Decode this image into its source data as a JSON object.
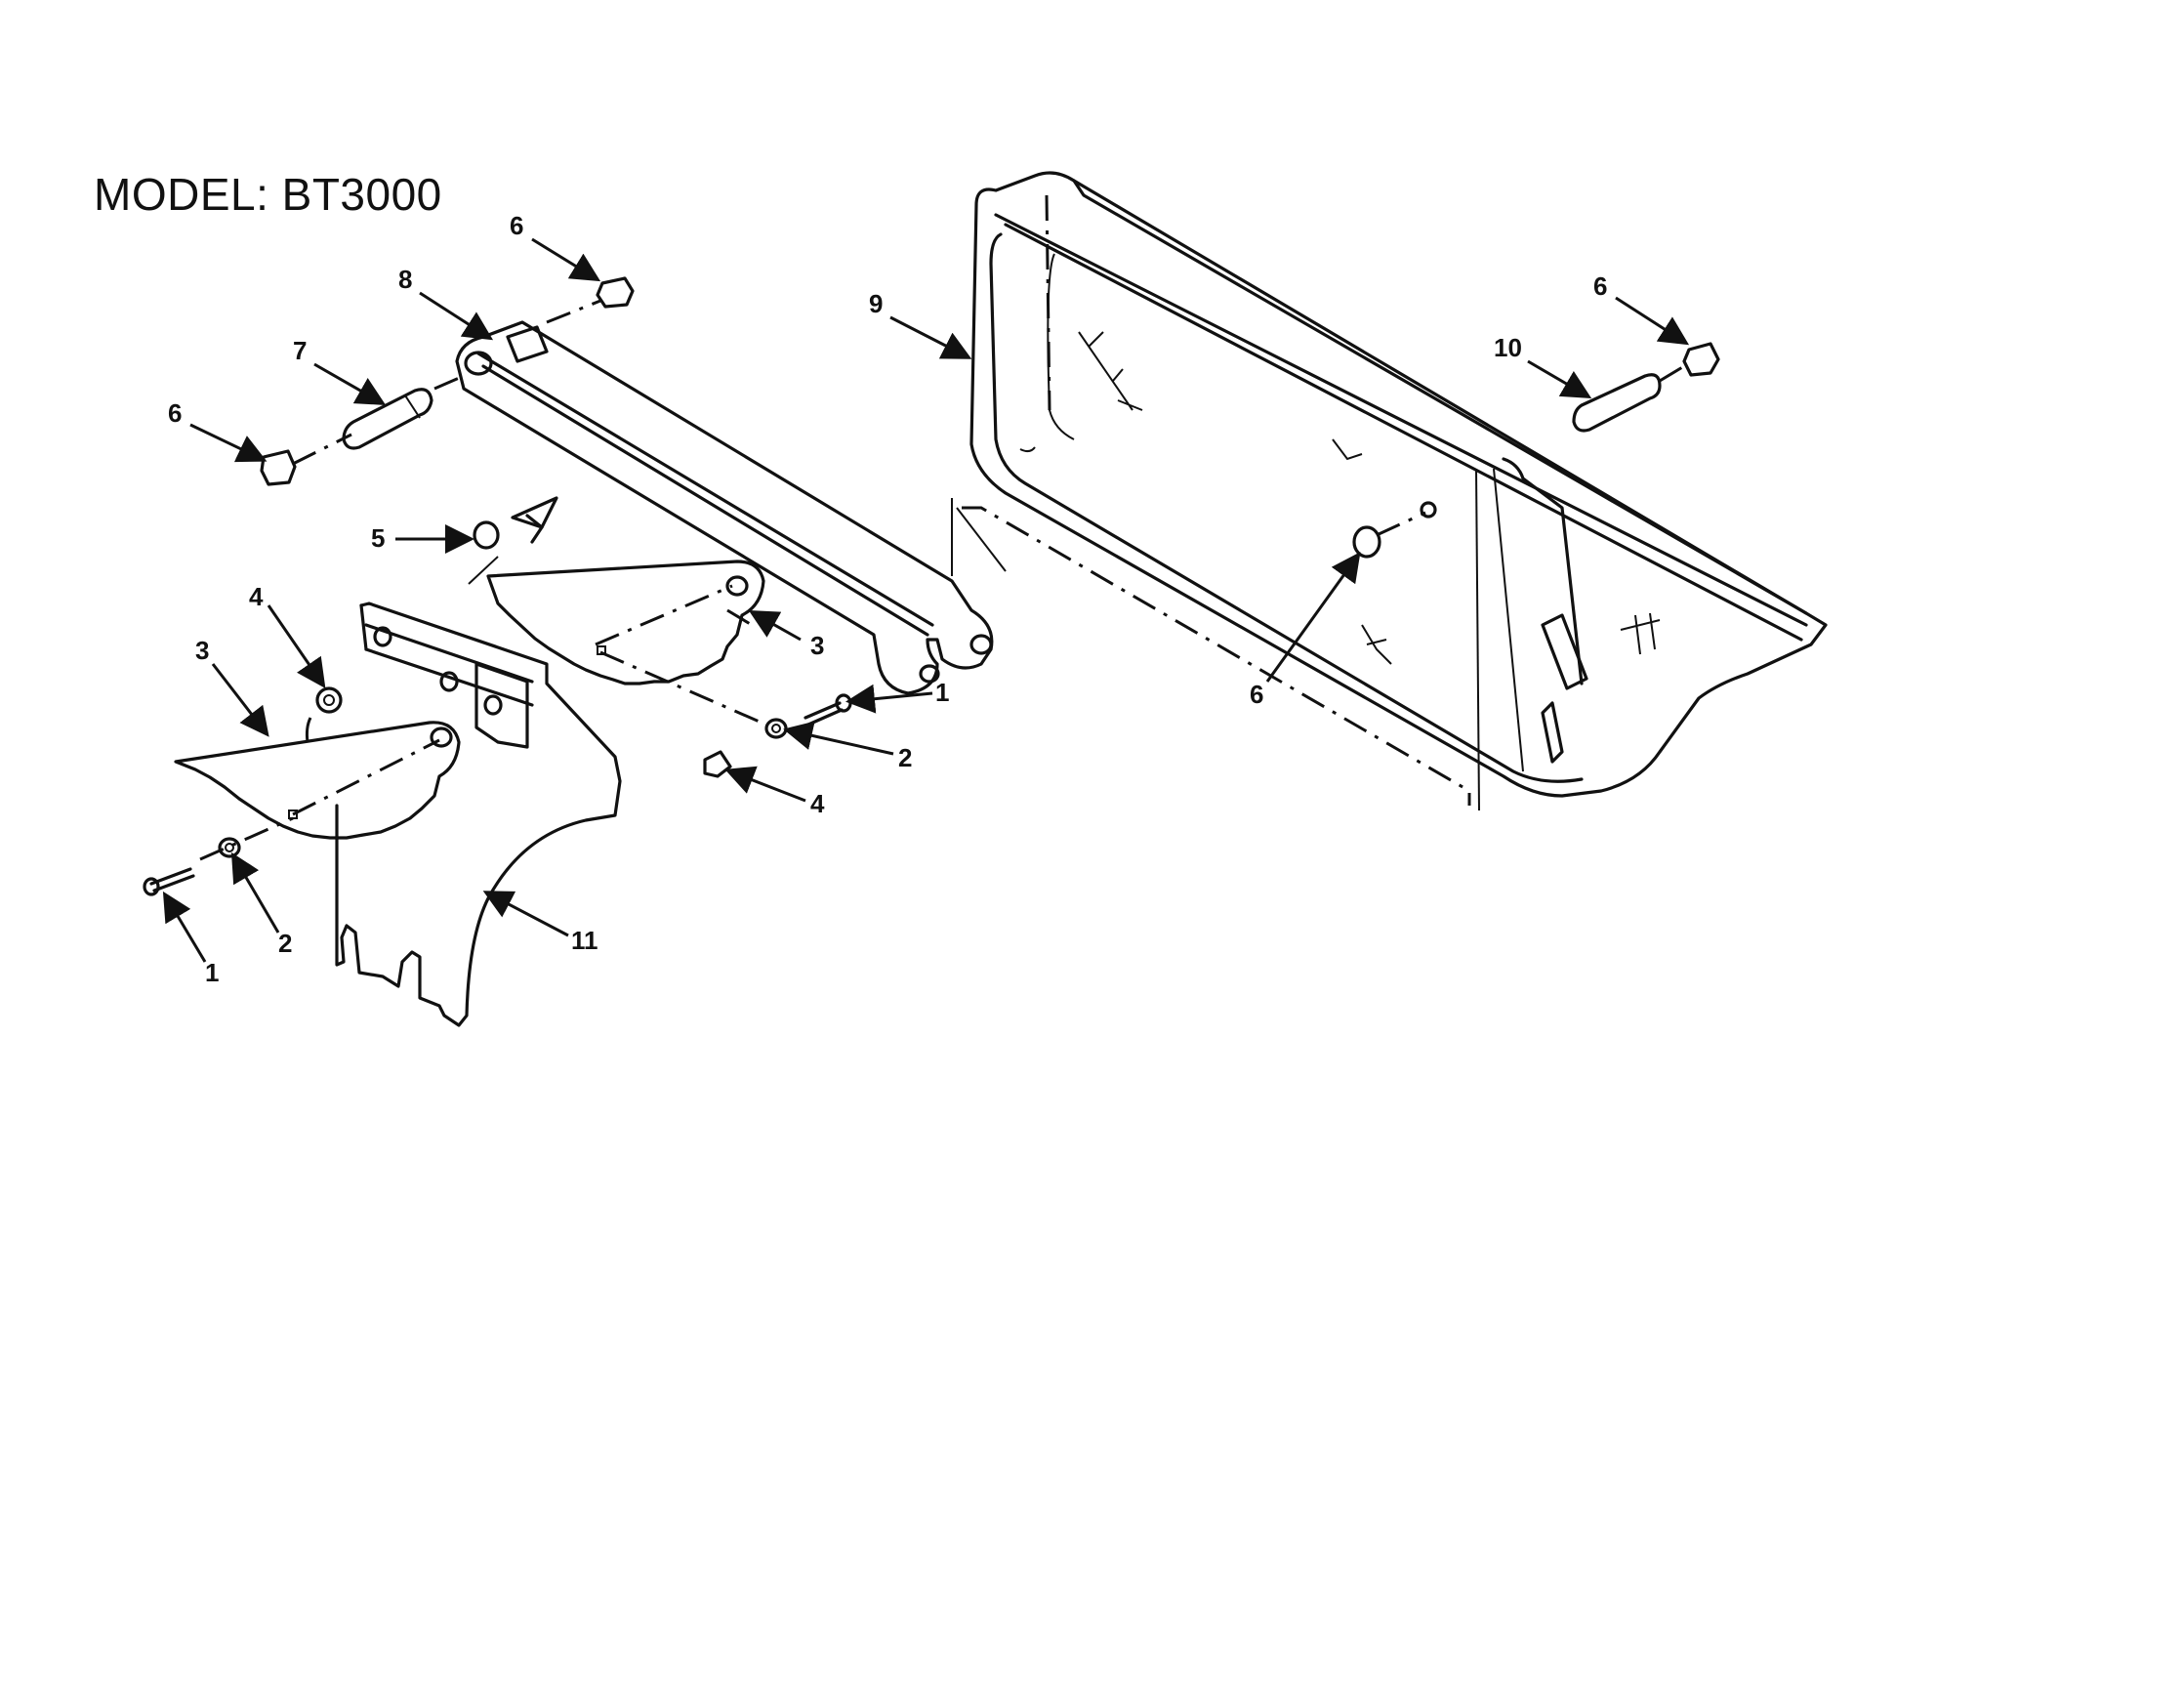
{
  "title": "MODEL: BT3000",
  "callouts": [
    {
      "id": "c-6-top",
      "text": "6"
    },
    {
      "id": "c-8",
      "text": "8"
    },
    {
      "id": "c-7",
      "text": "7"
    },
    {
      "id": "c-6-left",
      "text": "6"
    },
    {
      "id": "c-9",
      "text": "9"
    },
    {
      "id": "c-6-right",
      "text": "6"
    },
    {
      "id": "c-10",
      "text": "10"
    },
    {
      "id": "c-5",
      "text": "5"
    },
    {
      "id": "c-4-left",
      "text": "4"
    },
    {
      "id": "c-3-left",
      "text": "3"
    },
    {
      "id": "c-3-right",
      "text": "3"
    },
    {
      "id": "c-1-right",
      "text": "1"
    },
    {
      "id": "c-2-right",
      "text": "2"
    },
    {
      "id": "c-4-right",
      "text": "4"
    },
    {
      "id": "c-6-mid",
      "text": "6"
    },
    {
      "id": "c-11",
      "text": "11"
    },
    {
      "id": "c-2-left",
      "text": "2"
    },
    {
      "id": "c-1-left",
      "text": "1"
    }
  ]
}
